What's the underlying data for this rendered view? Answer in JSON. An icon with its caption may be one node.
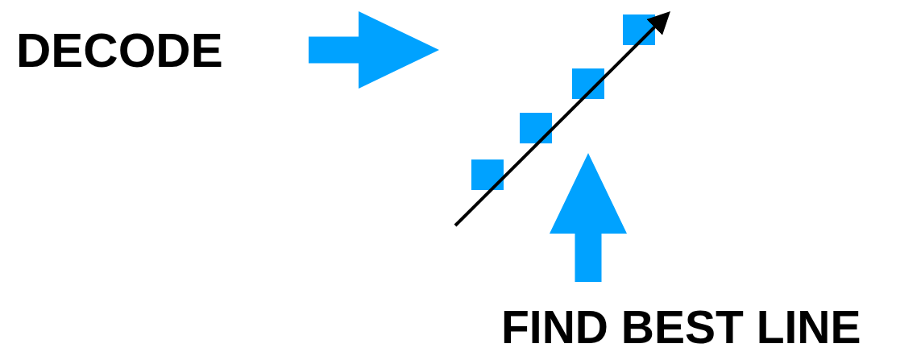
{
  "diagram": {
    "nodes": [
      {
        "text": [
          "DECODE"
        ]
      },
      {
        "text": [],
        "shape": "picture"
      },
      {
        "text": [
          "FIND BEST LINE"
        ]
      }
    ],
    "edges": [
      {
        "from": 0,
        "to": 1,
        "arrow": "to",
        "style": "thick",
        "color": "#00a2ff"
      },
      {
        "from": 2,
        "to": 1,
        "arrow": "to",
        "style": "thick",
        "color": "#00a2ff"
      }
    ]
  }
}
